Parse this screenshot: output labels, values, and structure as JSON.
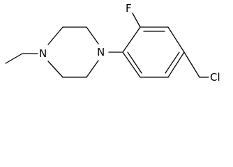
{
  "molecule": {
    "atoms": {
      "fluorine": "F",
      "piperazine_nitrogen_ethyl": "N",
      "piperazine_nitrogen_aryl": "N",
      "chlorine": "Cl"
    }
  }
}
